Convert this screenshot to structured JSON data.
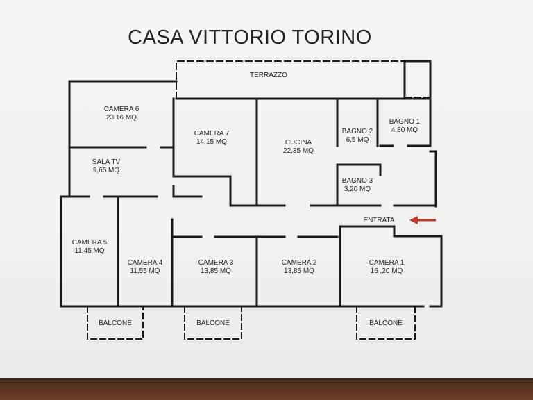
{
  "title": "CASA VITTORIO TORINO",
  "colors": {
    "wall": "#1a1a1a",
    "arrow": "#c0392b",
    "paper": "#f3f3f1"
  },
  "rooms": {
    "terrazzo": {
      "name": "TERRAZZO"
    },
    "camera6": {
      "name": "CAMERA 6",
      "area": "23,16 MQ"
    },
    "sala_tv": {
      "name": "SALA TV",
      "area": "9,65 MQ"
    },
    "camera7": {
      "name": "CAMERA 7",
      "area": "14,15 MQ"
    },
    "cucina": {
      "name": "CUCINA",
      "area": "22,35 MQ"
    },
    "bagno2": {
      "name": "BAGNO 2",
      "area": "6,5 MQ"
    },
    "bagno1": {
      "name": "BAGNO 1",
      "area": "4,80 MQ"
    },
    "bagno3": {
      "name": "BAGNO 3",
      "area": "3,20 MQ"
    },
    "entrata": {
      "name": "ENTRATA"
    },
    "camera5": {
      "name": "CAMERA 5",
      "area": "11,45 MQ"
    },
    "camera4": {
      "name": "CAMERA 4",
      "area": "11,55 MQ"
    },
    "camera3": {
      "name": "CAMERA 3",
      "area": "13,85 MQ"
    },
    "camera2": {
      "name": "CAMERA 2",
      "area": "13,85 MQ"
    },
    "camera1": {
      "name": "CAMERA 1",
      "area": "16 ,20 MQ"
    },
    "balcone_left": {
      "name": "BALCONE"
    },
    "balcone_mid": {
      "name": "BALCONE"
    },
    "balcone_right": {
      "name": "BALCONE"
    }
  },
  "icons": {
    "entrance": "arrow-left-icon"
  }
}
